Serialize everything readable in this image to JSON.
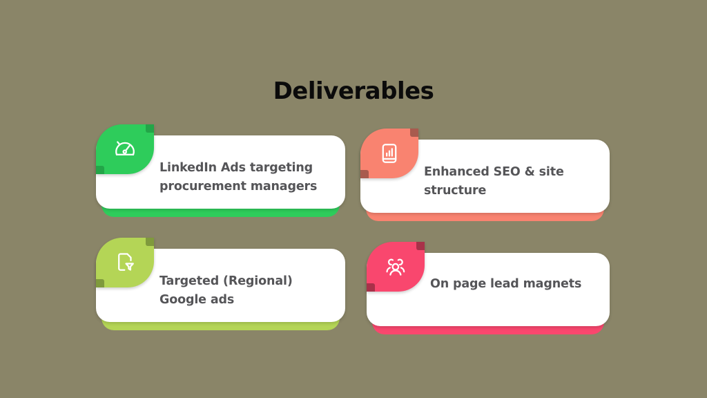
{
  "slide": {
    "background_color": "#8a8568",
    "title": "Deliverables"
  },
  "cards": [
    {
      "id": "linkedin-ads",
      "label": "LinkedIn Ads targeting procurement managers",
      "icon": "gauge-icon",
      "accent_color": "#2ecc5b",
      "badge_color": "#2ecc5b",
      "text_color": "#555558",
      "lines": 2
    },
    {
      "id": "enhanced-seo",
      "label": "Enhanced SEO & site structure",
      "icon": "chart-document-icon",
      "accent_color": "#f98370",
      "badge_color": "#f98370",
      "text_color": "#555558",
      "lines": 2
    },
    {
      "id": "google-ads",
      "label": "Targeted (Regional) Google ads",
      "icon": "document-filter-icon",
      "accent_color": "#b5d martin",
      "badge_color": "#b4d556",
      "text_color": "#555558",
      "lines": 2
    },
    {
      "id": "lead-magnets",
      "label": "On page lead magnets",
      "icon": "users-group-icon",
      "accent_color": "#f9476e",
      "badge_color": "#f9476e",
      "text_color": "#555558",
      "lines": 1
    }
  ]
}
